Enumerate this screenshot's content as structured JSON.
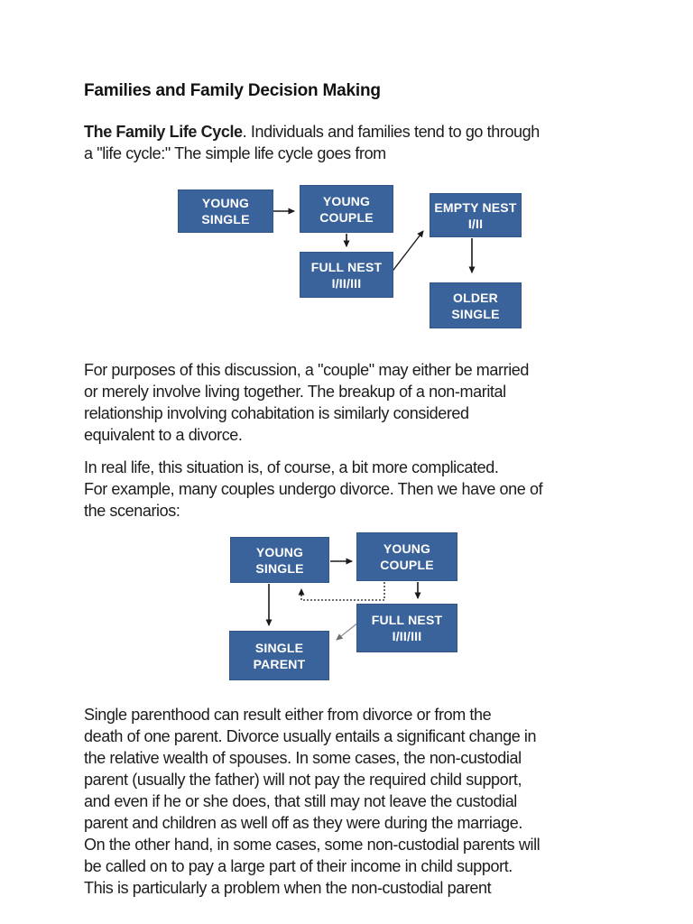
{
  "doc": {
    "title": "Families and Family Decision Making",
    "p1_bold": "The Family Life Cycle",
    "p1_rest": ". Individuals and families tend to go through\na \"life cycle:\" The simple life cycle goes from",
    "p2": "For purposes of this discussion, a \"couple\" may either be married\nor merely involve living together. The breakup of a non-marital\nrelationship involving cohabitation is similarly considered\nequivalent to a divorce.",
    "p3": "In real life, this situation is, of course, a bit more complicated.\nFor example, many couples undergo divorce. Then we have one of\nthe scenarios:",
    "p4": "Single parenthood can result either from divorce or from the\ndeath of one parent. Divorce usually entails a significant change in\nthe relative wealth of spouses. In some cases, the non-custodial\nparent (usually the father) will not pay the required child support,\nand even if he or she does, that still may not leave the custodial\nparent and children as well off as they were during the marriage.\nOn the other hand, in some cases, some non-custodial parents will\nbe called on to pay a large part of their income in child support.\nThis is particularly a problem when the non-custodial parent"
  },
  "colors": {
    "box_fill": "#3b639b",
    "box_border": "#32568a",
    "box_text": "#ffffff",
    "body_text": "#1c1c1c",
    "arrow": "#1a1a1a",
    "arrow_gray": "#8a8a8a",
    "page_bg": "#ffffff"
  },
  "diagram1": {
    "name": "simple-life-cycle",
    "boxes": [
      {
        "name": "young-single",
        "label": "YOUNG\nSINGLE"
      },
      {
        "name": "young-couple",
        "label": "YOUNG\nCOUPLE"
      },
      {
        "name": "full-nest",
        "label": "FULL NEST\nI/II/III"
      },
      {
        "name": "empty-nest",
        "label": "EMPTY NEST\nI/II"
      },
      {
        "name": "older-single",
        "label": "OLDER\nSINGLE"
      }
    ],
    "flows": [
      "young-single -> young-couple",
      "young-couple -> full-nest",
      "full-nest -> empty-nest",
      "empty-nest -> older-single"
    ]
  },
  "diagram2": {
    "name": "divorce-scenario-cycle",
    "boxes": [
      {
        "name": "young-single",
        "label": "YOUNG\nSINGLE"
      },
      {
        "name": "young-couple",
        "label": "YOUNG\nCOUPLE"
      },
      {
        "name": "full-nest",
        "label": "FULL NEST\nI/II/III"
      },
      {
        "name": "single-parent",
        "label": "SINGLE\nPARENT"
      }
    ],
    "flows": [
      "young-single -> young-couple (solid)",
      "young-couple -> full-nest (solid)",
      "young-single -> single-parent (solid)",
      "young-couple -> young-single (dotted)",
      "full-nest -> single-parent (thin-gray)"
    ]
  }
}
